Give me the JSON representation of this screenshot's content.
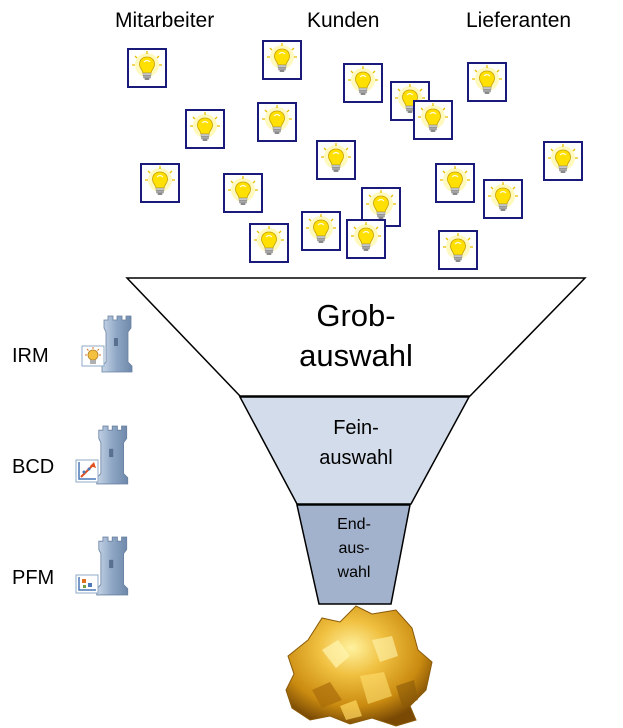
{
  "sources": [
    "Mitarbeiter",
    "Kunden",
    "Lieferanten"
  ],
  "funnel": {
    "stage1": [
      "Grob-",
      "auswahl"
    ],
    "stage2": [
      "Fein-",
      "auswahl"
    ],
    "stage3": [
      "End-",
      "aus-",
      "wahl"
    ]
  },
  "tools": [
    {
      "label": "IRM",
      "icon": "tower-lightbulb-icon"
    },
    {
      "label": "BCD",
      "icon": "tower-chart-icon"
    },
    {
      "label": "PFM",
      "icon": "tower-matrix-icon"
    }
  ],
  "colors": {
    "bulb_frame": "#1a1a7a",
    "bulb_glow": "#ffee44",
    "stage1_fill": "#ffffff",
    "stage2_fill": "#d3dcea",
    "stage3_fill": "#a3b2cc",
    "gold": "#e0a020"
  }
}
